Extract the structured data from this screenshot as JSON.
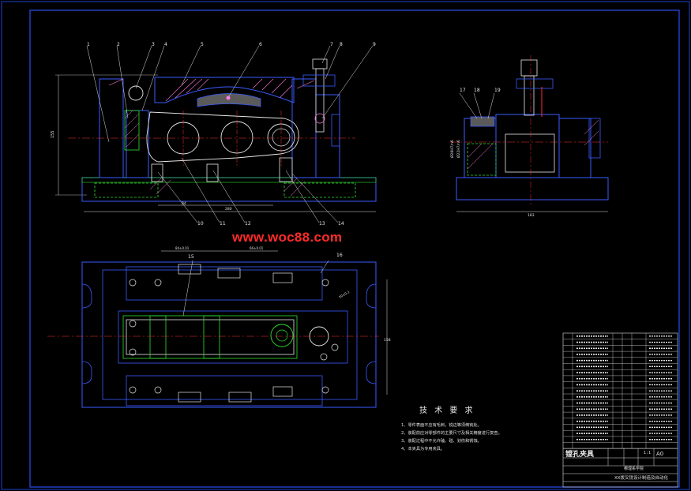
{
  "watermark": "www.woc88.com",
  "technical_requirements": {
    "title": "技 术 要 求",
    "notes": [
      "1、零件表面不应有毛刺，锐边等须倒钝处。",
      "2、装配前应对零部件的主要尺寸及相关精度进行复查。",
      "3、装配过程中不允许磕、碰、划伤和锈蚀。",
      "4、本夹具为专用夹具。"
    ]
  },
  "title_block": {
    "drawing_title": "镗孔夹具",
    "scale": "1:1",
    "sheet_size": "A0",
    "school": "哪理系学院",
    "course": "XX拨叉铣设计制造及自动化"
  },
  "part_callouts": [
    "1",
    "2",
    "3",
    "4",
    "5",
    "6",
    "7",
    "8",
    "9",
    "10",
    "11",
    "12",
    "13",
    "14",
    "15",
    "16",
    "17",
    "18",
    "19"
  ],
  "colors": {
    "background": "#000000",
    "frame": "#1f3fd0",
    "part_outline": "#3a5cff",
    "dimension": "#e4e4e4",
    "hatch": "#ff7ae0",
    "green_component": "#2ee02e",
    "centerline": "#ff3030",
    "watermark": "#ff2a2a",
    "cyan_text": "#41e2ff"
  }
}
